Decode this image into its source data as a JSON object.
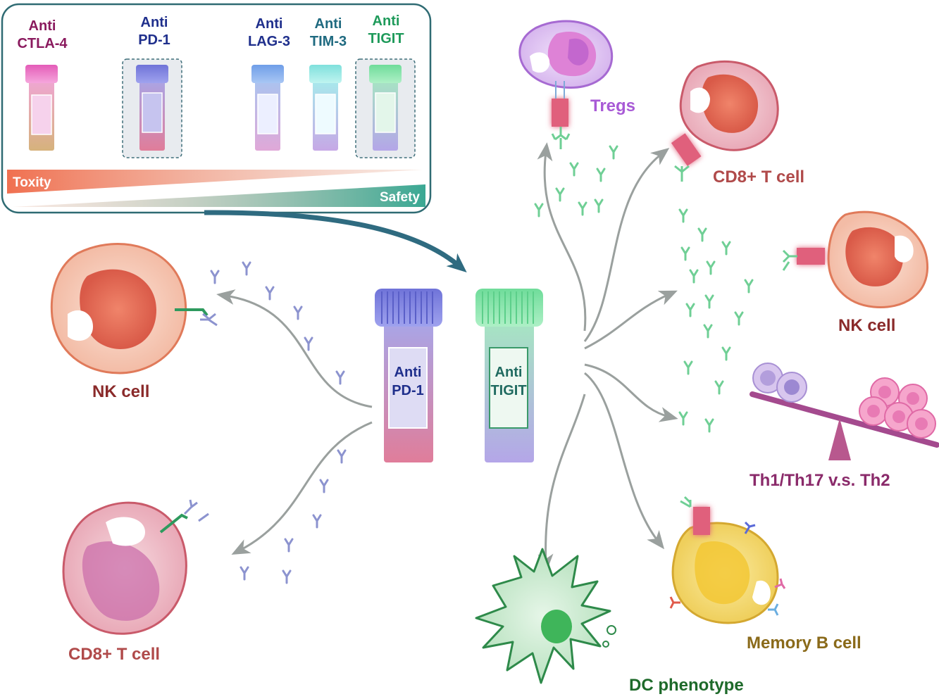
{
  "panel": {
    "drugs": [
      {
        "line1": "Anti",
        "line2": "CTLA-4",
        "color": "#8a1a5e"
      },
      {
        "line1": "Anti",
        "line2": "PD-1",
        "color": "#1f2f8c"
      },
      {
        "line1": "Anti",
        "line2": "LAG-3",
        "color": "#1f2f8c"
      },
      {
        "line1": "Anti",
        "line2": "TIM-3",
        "color": "#1f6a80"
      },
      {
        "line1": "Anti",
        "line2": "TIGIT",
        "color": "#1e9a5a"
      }
    ],
    "toxicity_label": "Toxity",
    "safety_label": "Safety"
  },
  "center_vials": {
    "pd1": {
      "line1": "Anti",
      "line2": "PD-1"
    },
    "tigit": {
      "line1": "Anti",
      "line2": "TIGIT"
    }
  },
  "cells": {
    "tregs": "Tregs",
    "cd8_right": "CD8+ T cell",
    "nk_right": "NK cell",
    "th_balance": "Th1/Th17 v.s. Th2",
    "memory_b": "Memory B cell",
    "dc": "DC phenotype",
    "nk_left": "NK cell",
    "cd8_left": "CD8+ T cell"
  },
  "colors": {
    "panel_border": "#2f6b73",
    "arrow_gray": "#9aa09e",
    "arrow_teal": "#2f6b80",
    "pd1_antibody": "#8c93cf",
    "tigit_antibody": "#6fcf95"
  }
}
